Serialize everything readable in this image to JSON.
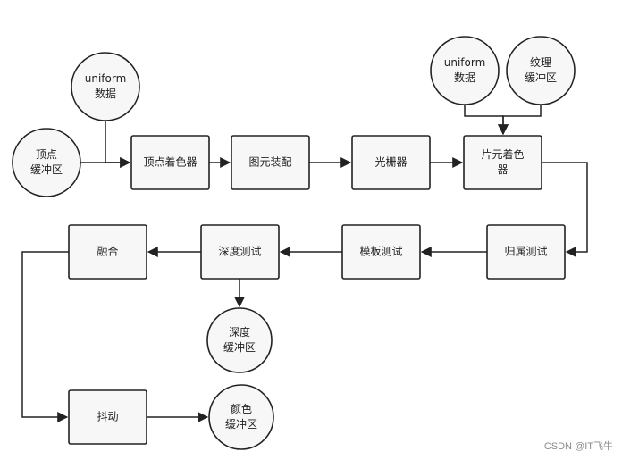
{
  "diagram": {
    "nodes": [
      {
        "id": "uniform_left",
        "shape": "circle",
        "lines": [
          "uniform",
          "数据"
        ]
      },
      {
        "id": "vertex_buffer",
        "shape": "circle",
        "lines": [
          "顶点",
          "缓冲区"
        ]
      },
      {
        "id": "vertex_shader",
        "shape": "rect",
        "lines": [
          "顶点着色器"
        ]
      },
      {
        "id": "primitive_assembly",
        "shape": "rect",
        "lines": [
          "图元装配"
        ]
      },
      {
        "id": "rasterizer",
        "shape": "rect",
        "lines": [
          "光栅器"
        ]
      },
      {
        "id": "fragment_shader",
        "shape": "rect",
        "lines": [
          "片元着色",
          "器"
        ]
      },
      {
        "id": "uniform_right",
        "shape": "circle",
        "lines": [
          "uniform",
          "数据"
        ]
      },
      {
        "id": "texture_buffer",
        "shape": "circle",
        "lines": [
          "纹理",
          "缓冲区"
        ]
      },
      {
        "id": "ownership_test",
        "shape": "rect",
        "lines": [
          "归属测试"
        ]
      },
      {
        "id": "stencil_test",
        "shape": "rect",
        "lines": [
          "模板测试"
        ]
      },
      {
        "id": "depth_test",
        "shape": "rect",
        "lines": [
          "深度测试"
        ]
      },
      {
        "id": "blending",
        "shape": "rect",
        "lines": [
          "融合"
        ]
      },
      {
        "id": "depth_buffer",
        "shape": "circle",
        "lines": [
          "深度",
          "缓冲区"
        ]
      },
      {
        "id": "dithering",
        "shape": "rect",
        "lines": [
          "抖动"
        ]
      },
      {
        "id": "color_buffer",
        "shape": "circle",
        "lines": [
          "颜色",
          "缓冲区"
        ]
      }
    ],
    "edges": [
      {
        "from": "uniform_left",
        "to": "vertex_shader"
      },
      {
        "from": "vertex_buffer",
        "to": "vertex_shader"
      },
      {
        "from": "vertex_shader",
        "to": "primitive_assembly"
      },
      {
        "from": "primitive_assembly",
        "to": "rasterizer"
      },
      {
        "from": "rasterizer",
        "to": "fragment_shader"
      },
      {
        "from": "uniform_right",
        "to": "fragment_shader"
      },
      {
        "from": "texture_buffer",
        "to": "fragment_shader"
      },
      {
        "from": "fragment_shader",
        "to": "ownership_test"
      },
      {
        "from": "ownership_test",
        "to": "stencil_test"
      },
      {
        "from": "stencil_test",
        "to": "depth_test"
      },
      {
        "from": "depth_test",
        "to": "blending"
      },
      {
        "from": "depth_test",
        "to": "depth_buffer"
      },
      {
        "from": "blending",
        "to": "dithering"
      },
      {
        "from": "dithering",
        "to": "color_buffer"
      }
    ]
  },
  "watermark": "CSDN @IT飞牛",
  "colors": {
    "stroke": "#222222",
    "fill": "#f7f7f7",
    "background": "#ffffff",
    "watermark": "#8a8a8a"
  }
}
